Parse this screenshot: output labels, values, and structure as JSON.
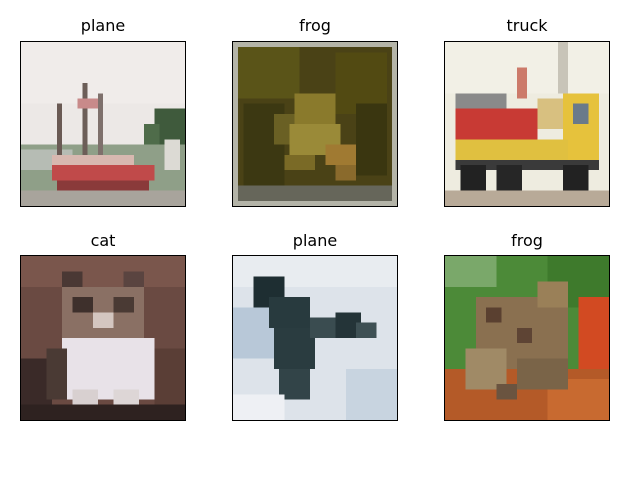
{
  "figure": {
    "panels": [
      {
        "label": "plane",
        "image": "ship-on-water-pixelated"
      },
      {
        "label": "frog",
        "image": "frog-in-dark-grass-pixelated"
      },
      {
        "label": "truck",
        "image": "yellow-red-truck-pixelated"
      },
      {
        "label": "cat",
        "image": "calico-cat-sitting-pixelated"
      },
      {
        "label": "plane",
        "image": "dark-bird-on-snow-pixelated"
      },
      {
        "label": "frog",
        "image": "brown-frog-on-leaves-pixelated"
      }
    ]
  }
}
